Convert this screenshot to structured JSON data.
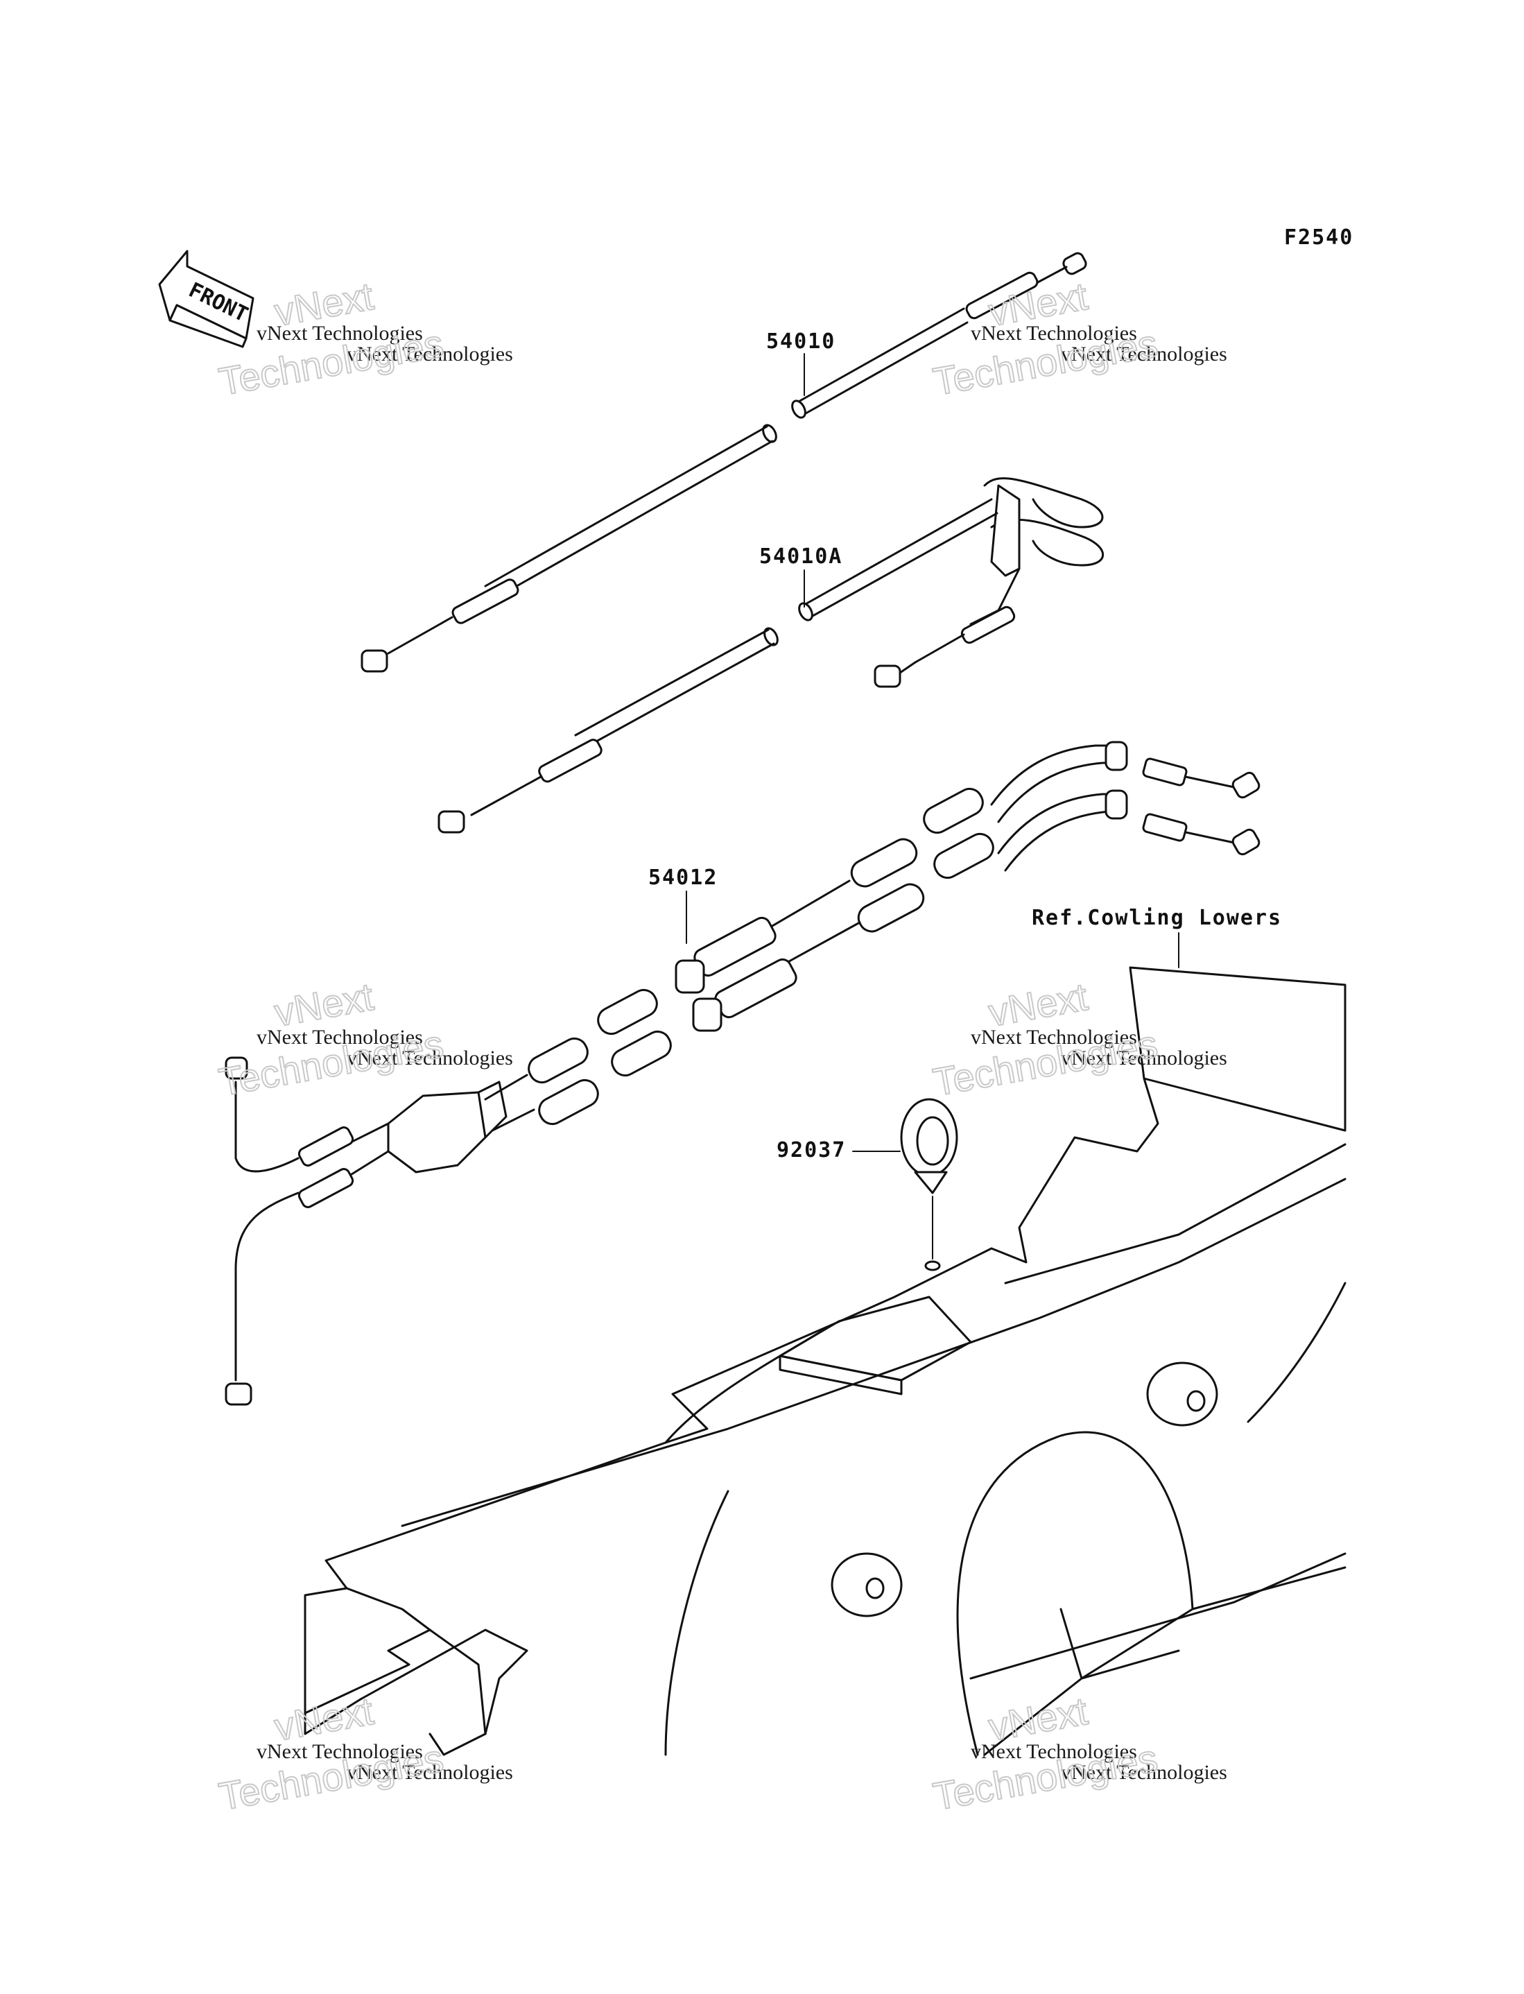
{
  "figure_code": "F2540",
  "front_label": "FRONT",
  "parts": [
    {
      "id": "p1",
      "number": "54010"
    },
    {
      "id": "p2",
      "number": "54010A"
    },
    {
      "id": "p3",
      "number": "54012"
    },
    {
      "id": "p4",
      "number": "92037"
    }
  ],
  "reference_note": "Ref.Cowling Lowers",
  "watermarks": [
    {
      "small": "vNext Technologies",
      "big_top": "vNext",
      "big_bottom": "Technologies"
    },
    {
      "small": "vNext Technologies",
      "big_top": "vNext",
      "big_bottom": "Technologies"
    },
    {
      "small": "vNext Technologies",
      "big_top": "vNext",
      "big_bottom": "Technologies"
    },
    {
      "small": "vNext Technologies",
      "big_top": "vNext",
      "big_bottom": "Technologies"
    },
    {
      "small": "vNext Technologies",
      "big_top": "vNext",
      "big_bottom": "Technologies"
    },
    {
      "small": "vNext Technologies",
      "big_top": "vNext",
      "big_bottom": "Technologies"
    }
  ],
  "colors": {
    "ink": "#111111",
    "background": "#ffffff",
    "watermark": "#c9c9c9"
  }
}
